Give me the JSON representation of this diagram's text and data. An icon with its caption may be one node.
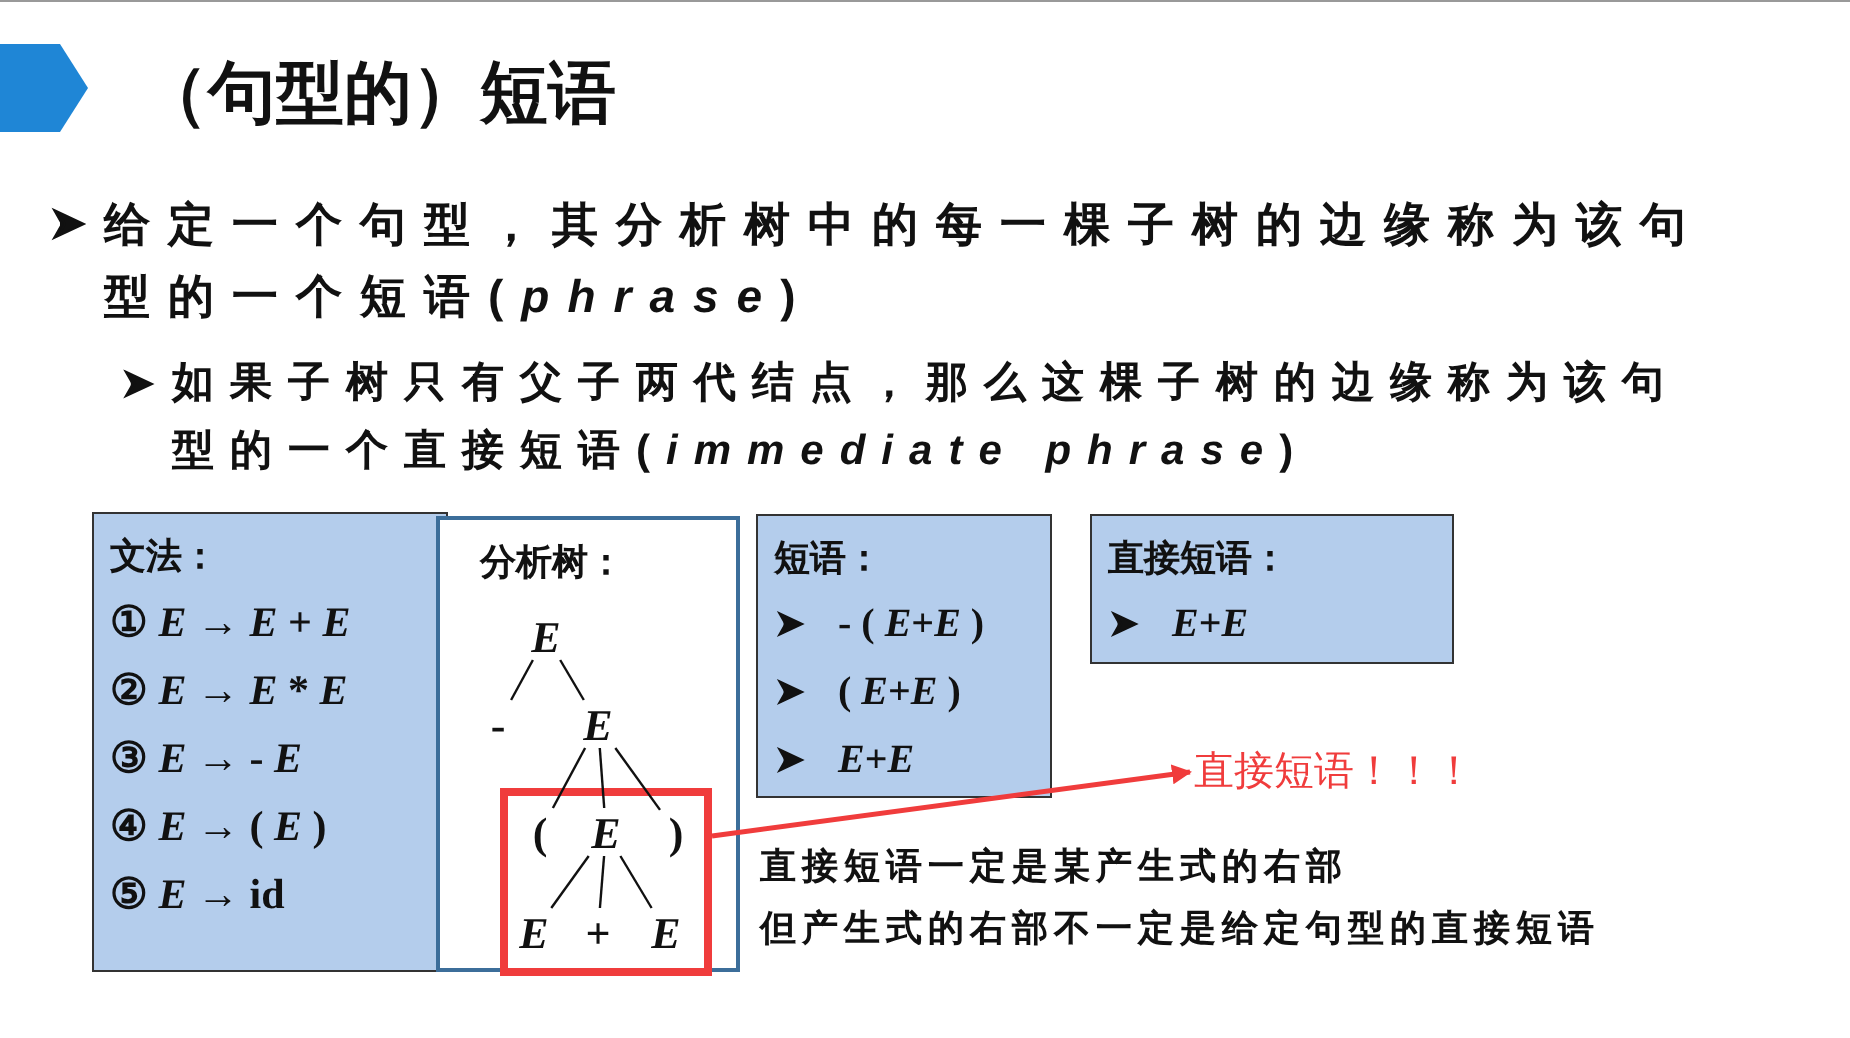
{
  "diagram": {
    "title": "（句型的）短语",
    "nodes": [
      {
        "text": [
          "文法：",
          "① *E* → *E* + *E*",
          "② *E* → *E* * *E*",
          "③ *E* → - *E*",
          "④ *E* → ( *E* )",
          "⑤ *E* → id"
        ]
      },
      {
        "text": [
          "分析树："
        ]
      },
      {
        "text": [
          "*E*"
        ],
        "in": 1
      },
      {
        "text": [
          "-"
        ],
        "in": 1
      },
      {
        "text": [
          "*E*"
        ],
        "in": 1
      },
      {
        "text": [],
        "shape": "box",
        "in": 1
      },
      {
        "text": [
          "("
        ],
        "in": 5
      },
      {
        "text": [
          "*E*"
        ],
        "in": 5
      },
      {
        "text": [
          ")"
        ],
        "in": 5
      },
      {
        "text": [
          "*E*"
        ],
        "in": 5
      },
      {
        "text": [
          "+"
        ],
        "in": 5
      },
      {
        "text": [
          "*E*"
        ],
        "in": 5
      },
      {
        "text": [
          "短语：",
          "- ( *E*+*E* )",
          "( *E*+*E* )",
          "*E*+*E*"
        ]
      },
      {
        "text": [
          "直接短语：",
          "*E*+*E*"
        ]
      },
      {
        "text": [
          "直接短语！！！"
        ]
      }
    ],
    "edges": [
      {
        "from": 2,
        "to": 3,
        "arrow": "none"
      },
      {
        "from": 2,
        "to": 4,
        "arrow": "none"
      },
      {
        "from": 4,
        "to": 6,
        "arrow": "none"
      },
      {
        "from": 4,
        "to": 7,
        "arrow": "none"
      },
      {
        "from": 4,
        "to": 8,
        "arrow": "none"
      },
      {
        "from": 7,
        "to": 9,
        "arrow": "none"
      },
      {
        "from": 7,
        "to": 10,
        "arrow": "none"
      },
      {
        "from": 7,
        "to": 11,
        "arrow": "none"
      },
      {
        "from": 5,
        "to": 14,
        "arrow": "to",
        "color": "#f03c3c"
      }
    ],
    "labels": [
      "给定一个句型，其分析树中的每一棵子树的边缘称为该句型的一个短语(*phrase*)",
      "如果子树只有父子两代结点，那么这棵子树的边缘称为该句型的一个直接短语(*immediate phrase*)",
      "直接短语一定是某产生式的右部",
      "但产生式的右部不一定是给定句型的直接短语"
    ]
  }
}
